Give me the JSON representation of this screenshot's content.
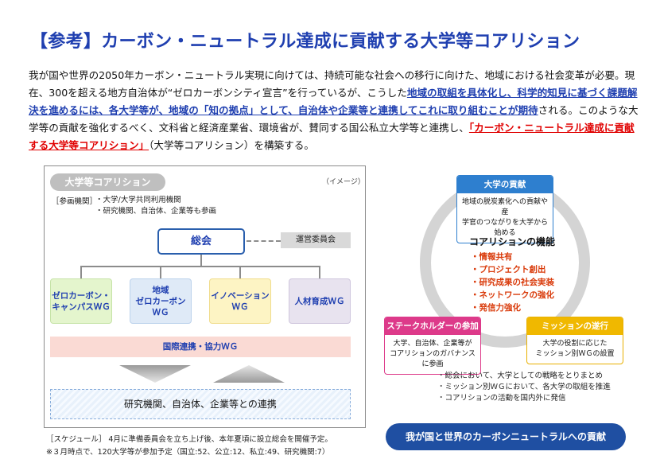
{
  "title": "【参考】カーボン・ニュートラル達成に貢献する大学等コアリション",
  "intro": {
    "p1": "我が国や世界の2050年カーボン・ニュートラル実現に向けては、持続可能な社会への移行に向けた、地域における社会変革が必要。現在、300を超える地方自治体が“ゼロカーボンシティ宣言”を行っているが、こうした",
    "hl1": "地域の取組を具体化し、科学的知見に基づく課題解決を進めるには、各大学等が、地域の「知の拠点」として、自治体や企業等と連携してこれに取り組むことが期待",
    "p2": "される。このような大学等の貢献を強化するべく、文科省と経済産業省、環境省が、賛同する国公私立大学等と連携し、",
    "hl2": "「カーボン・ニュートラル達成に貢献する大学等コアリション」",
    "p3": "（大学等コアリション）を構築する。"
  },
  "left_panel": {
    "tab": "大学等コアリション",
    "image_note": "（イメージ）",
    "members_label": "［参画機関］",
    "members": [
      "・大学/大学共同利用機関",
      "・研究機関、自治体、企業等も参画"
    ],
    "general_assembly": "総会",
    "steering_committee": "運営委員会",
    "working_groups": [
      "ゼロカーボン・\nキャンパスＷＧ",
      "地域\nゼロカーボン\nＷＧ",
      "イノベーション\nＷＧ",
      "人材育成ＷＧ"
    ],
    "international_wg": "国際連携・協力ＷＧ",
    "collaboration": "研究機関、自治体、企業等との連携"
  },
  "schedule": "［スケジュール］ 4月に準備委員会を立ち上げ後、本年夏頃に設立総会を開催予定。",
  "note": "※３月時点で、120大学等が参加予定（国立:52、公立:12、私立:49、研究機関:7）",
  "right_diagram": {
    "univ_card": {
      "title": "大学の貢献",
      "body": "地域の脱炭素化への貢献や産\n学官のつながりを大学から始める"
    },
    "functions_title": "コアリションの機能",
    "functions": [
      "・情報共有",
      "・プロジェクト創出",
      "・研究成果の社会実装",
      "・ネットワークの強化",
      "・発信力強化"
    ],
    "stake_card": {
      "title": "ステークホルダーの参加",
      "body": "大学、自治体、企業等が\nコアリションのガバナンスに参画"
    },
    "mission_card": {
      "title": "ミッションの遂行",
      "body": "大学の役割に応じた\nミッション別ＷＧの設置"
    },
    "bullets": [
      "総会において、大学としての戦略をとりまとめ",
      "ミッション別ＷＧにおいて、各大学の取組を推進",
      "コアリションの活動を国内外に発信"
    ],
    "contribution": "我が国と世界のカーボンニュートラルへの貢献"
  },
  "colors": {
    "title_blue": "#1f3fb0",
    "highlight_red": "#e00000",
    "univ_blue": "#2e7fcf",
    "stake_pink": "#dd3a8a",
    "mission_gold": "#f0b800",
    "pill_navy": "#1f4fa2"
  }
}
